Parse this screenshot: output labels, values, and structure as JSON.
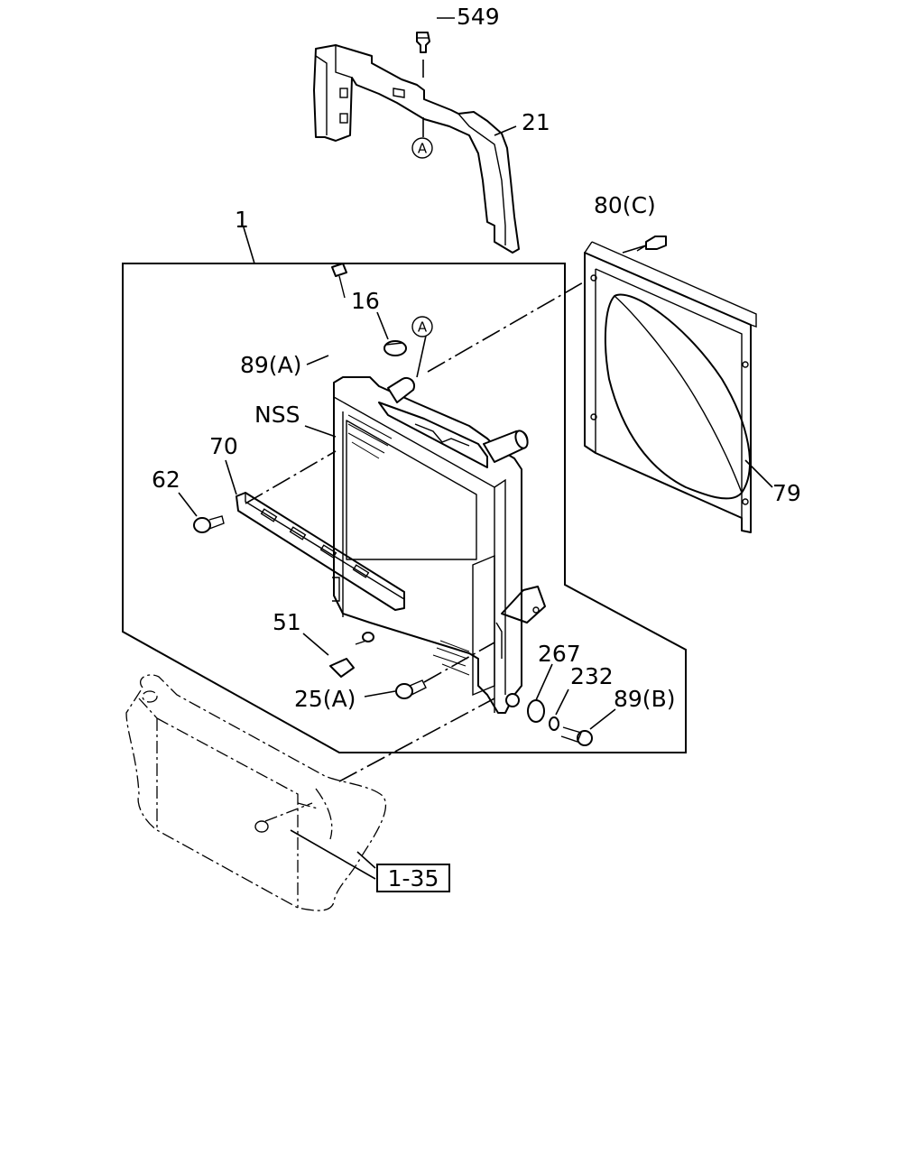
{
  "callouts": {
    "c549": "549",
    "c21": "21",
    "c80": "80(C)",
    "c1": "1",
    "c16": "16",
    "c89a": "89(A)",
    "cnss": "NSS",
    "c70": "70",
    "c62": "62",
    "c79": "79",
    "c51": "51",
    "c267": "267",
    "c232": "232",
    "c89b": "89(B)",
    "c25a": "25(A)",
    "ref": "1-35"
  },
  "markers": {
    "upper": "A",
    "lower": "A"
  }
}
